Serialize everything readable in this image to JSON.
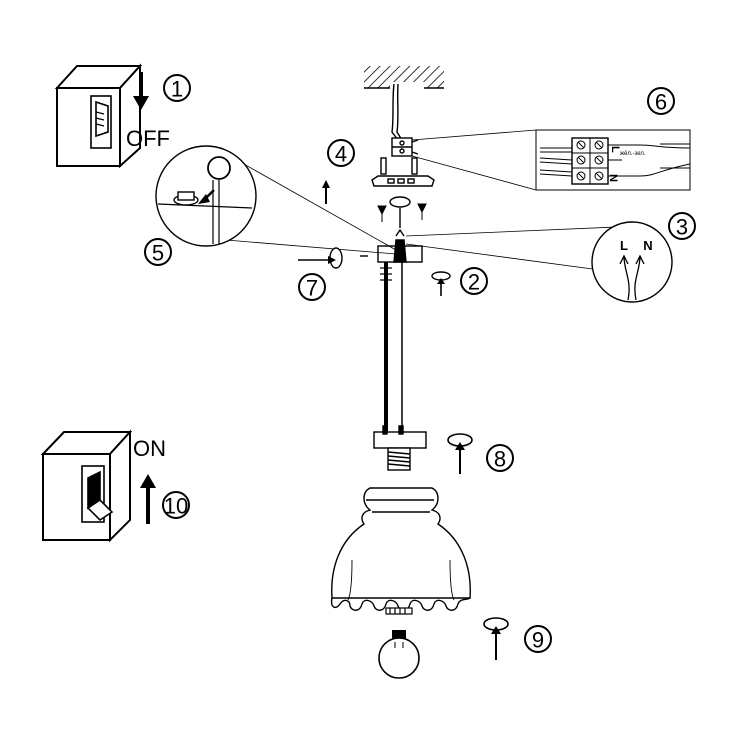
{
  "switch_off": {
    "label": "OFF"
  },
  "switch_on": {
    "label": "ON"
  },
  "steps": [
    "1",
    "2",
    "3",
    "4",
    "5",
    "6",
    "7",
    "8",
    "9",
    "10"
  ],
  "terminal_block": {
    "labels": [
      "L",
      "N"
    ],
    "wire_note": "жёл.-зел."
  },
  "wire_detail": {
    "labels": [
      "L",
      "N"
    ]
  },
  "colors": {
    "line": "#000000",
    "background": "#ffffff"
  }
}
